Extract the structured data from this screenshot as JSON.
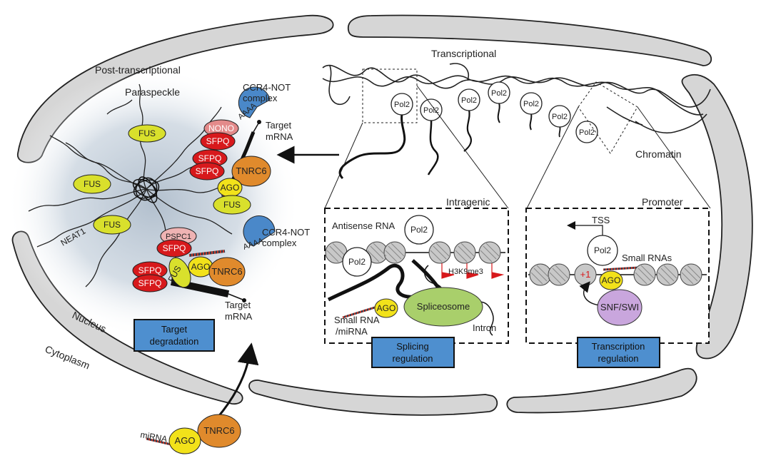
{
  "labels": {
    "transcriptional": "Transcriptional",
    "post_transcriptional": "Post-transcriptional",
    "paraspeckle": "Paraspeckle",
    "chromatin": "Chromatin",
    "nucleus": "Nucleus",
    "cytoplasm": "Cytoplasm",
    "neat1": "NEAT1",
    "intragenic": "Intragenic",
    "promoter": "Promoter",
    "antisense_rna": "Antisense RNA",
    "h3k9me3": "H3K9me3",
    "small_rna_mirna_1": "Small RNA",
    "small_rna_mirna_2": "/miRNA",
    "intron": "Intron",
    "spliceosome": "Spliceosome",
    "tss": "TSS",
    "small_rnas": "Small RNAs",
    "plus1": "+1",
    "snf_swi": "SNF/SWI",
    "ccr4_not_1": "CCR4-NOT",
    "ccr4_not_2": "complex",
    "target_mrna_1": "Target",
    "target_mrna_2": "mRNA",
    "mirna": "miRNA",
    "aaaa": "AAAA"
  },
  "proteins": {
    "fus": "FUS",
    "nono": "NONO",
    "sfpq": "SFPQ",
    "pspc1": "PSPC1",
    "tnrc6": "TNRC6",
    "ago": "AGO",
    "pol2": "Pol2"
  },
  "boxes": {
    "target_degradation_1": "Target",
    "target_degradation_2": "degradation",
    "splicing_regulation_1": "Splicing",
    "splicing_regulation_2": "regulation",
    "transcription_regulation_1": "Transcription",
    "transcription_regulation_2": "regulation"
  },
  "colors": {
    "membrane": "#d6d6d6",
    "paraspeckle_glow": "#b9c6d3",
    "fus": "#d9e02c",
    "sfpq": "#d7191c",
    "nono": "#e38a8a",
    "pspc1": "#efb3b3",
    "tnrc6": "#e08a2c",
    "ago": "#f2e21a",
    "ccr4": "#4a88c9",
    "box_blue": "#4e8fcf",
    "spliceosome": "#a9cf6b",
    "snf_swi": "#c9a6dd",
    "nucleosome": "#c8c8c8",
    "h3k9_flag": "#d7191c"
  }
}
